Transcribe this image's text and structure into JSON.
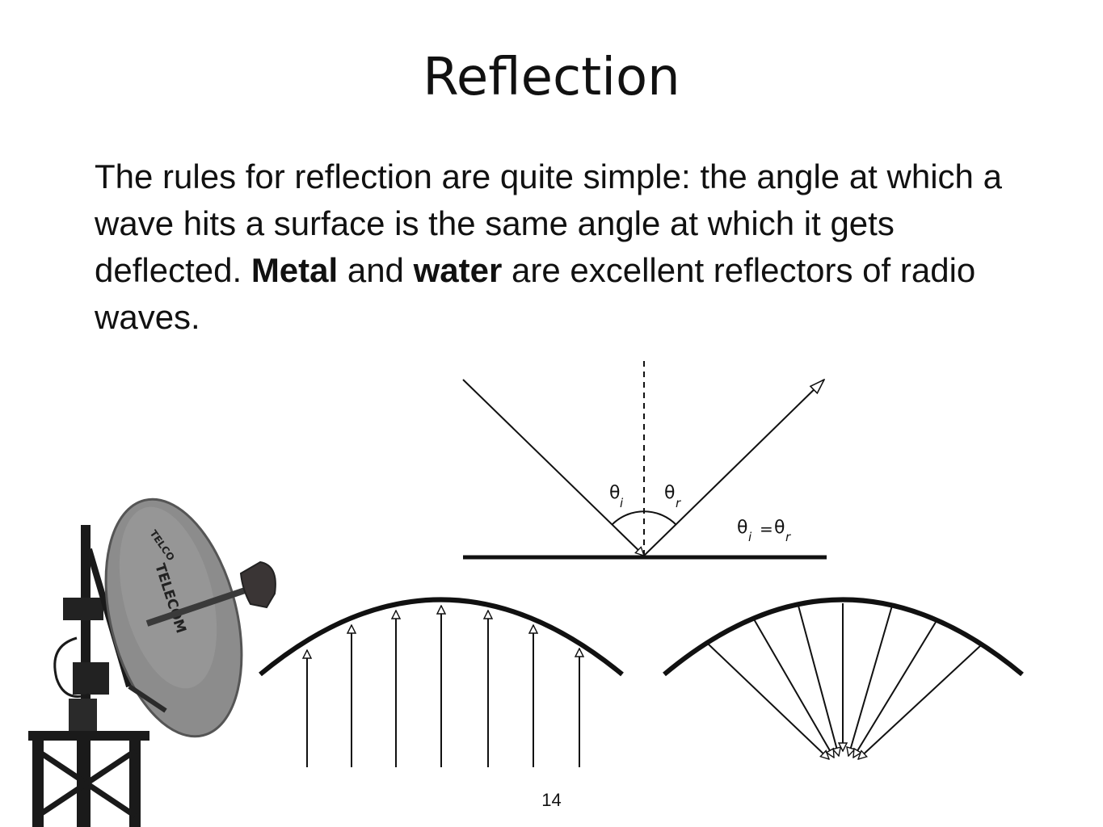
{
  "slide": {
    "title": "Reflection",
    "body": {
      "part1": "The rules for reflection are quite simple: the angle at which a wave hits a surface is the same angle at which it gets deflected. ",
      "bold1": "Metal",
      "part2": " and ",
      "bold2": "water",
      "part3": " are excellent reflectors of radio waves."
    },
    "page_number": "14"
  },
  "diagram": {
    "theta": "θ",
    "sub_i": "i",
    "sub_r": "r",
    "equals": "=",
    "dish_logo": "TELECOM",
    "dish_logo_small": "TELCO"
  },
  "colors": {
    "line": "#111111",
    "dish": "#8c8c8c",
    "mast": "#1a1a1a"
  }
}
